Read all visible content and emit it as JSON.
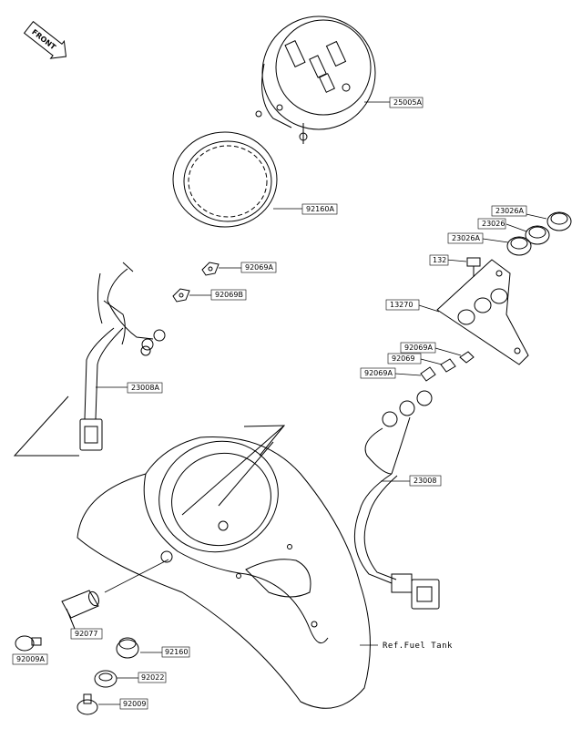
{
  "front_arrow": {
    "label": "FRONT"
  },
  "parts": {
    "p25005A": "25005A",
    "p92160A": "92160A",
    "p92069A_top": "92069A",
    "p92069B": "92069B",
    "p23008A": "23008A",
    "p23026A_top": "23026A",
    "p23026": "23026",
    "p23026A_bottom": "23026A",
    "p132": "132",
    "p13270": "13270",
    "p92069A_mid": "92069A",
    "p92069": "92069",
    "p92069A_low": "92069A",
    "p23008": "23008",
    "p92077": "92077",
    "p92009A": "92009A",
    "p92160": "92160",
    "p92022": "92022",
    "p92009": "92009"
  },
  "reference": {
    "fuel_tank": "Ref.Fuel Tank"
  }
}
